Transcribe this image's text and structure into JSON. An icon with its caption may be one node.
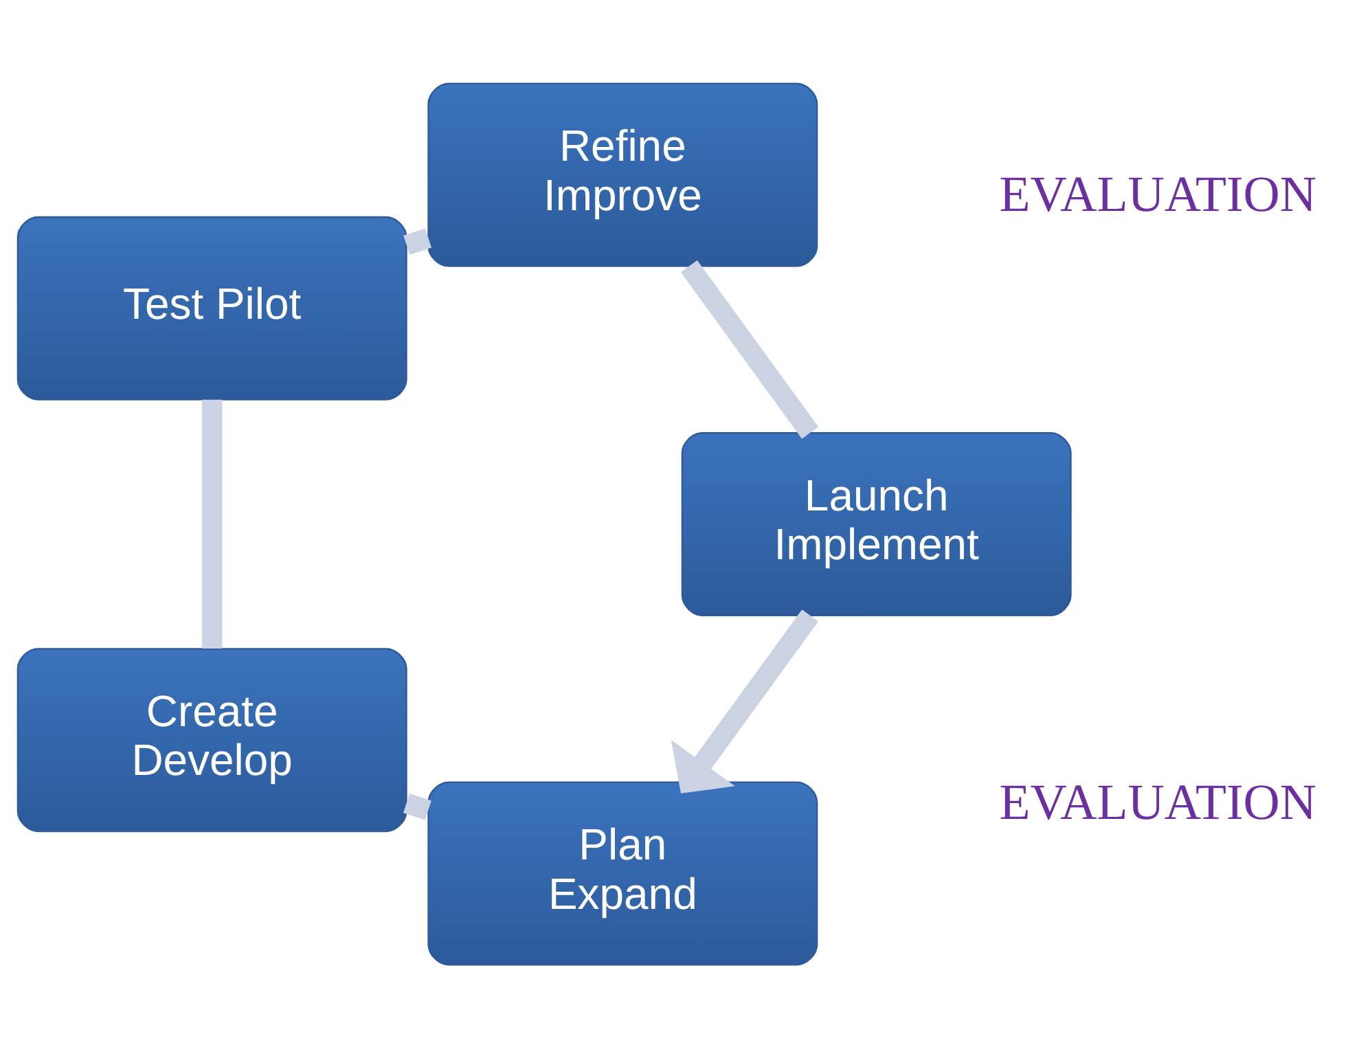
{
  "diagram": {
    "nodes": [
      {
        "text": [
          "Plan Expand"
        ]
      },
      {
        "text": [
          "Create Develop"
        ]
      },
      {
        "text": [
          "Test Pilot"
        ]
      },
      {
        "text": [
          "Refine Improve"
        ]
      },
      {
        "text": [
          "Launch Implement"
        ]
      }
    ],
    "edges": [
      {
        "from": 0,
        "to": 1,
        "arrow": "none"
      },
      {
        "from": 1,
        "to": 2,
        "arrow": "none"
      },
      {
        "from": 2,
        "to": 3,
        "arrow": "none"
      },
      {
        "from": 3,
        "to": 4,
        "arrow": "none"
      },
      {
        "from": 4,
        "to": 0,
        "arrow": "to"
      }
    ],
    "labels": [
      "EVALUATION",
      "EVALUATION"
    ]
  }
}
